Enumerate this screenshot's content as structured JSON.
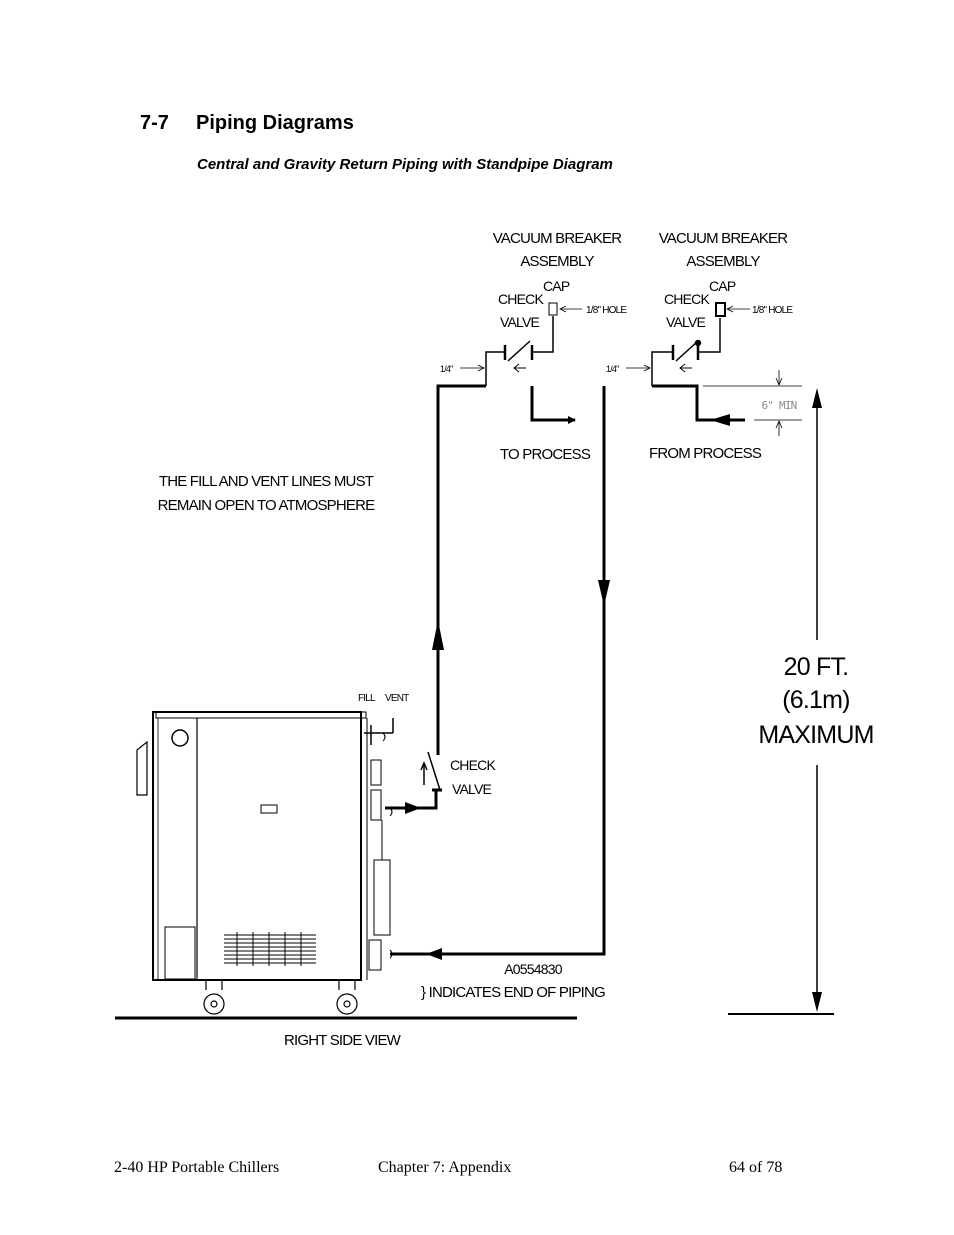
{
  "section": {
    "number": "7-7",
    "title": "Piping Diagrams"
  },
  "subtitle": "Central and Gravity Return Piping with Standpipe Diagram",
  "diagram": {
    "vb_left_1": "VACUUM BREAKER",
    "vb_left_2": "ASSEMBLY",
    "vb_right_1": "VACUUM BREAKER",
    "vb_right_2": "ASSEMBLY",
    "cap_left": "CAP",
    "cap_right": "CAP",
    "check_left_1": "CHECK",
    "check_left_2": "VALVE",
    "check_right_1": "CHECK",
    "check_right_2": "VALVE",
    "hole_left": "1/8\" HOLE",
    "hole_right": "1/8\" HOLE",
    "quarter_left": "1/4\"",
    "quarter_right": "1/4\"",
    "to_process": "TO PROCESS",
    "from_process": "FROM PROCESS",
    "six_min": "6\" MIN",
    "note_1": "THE FILL AND VENT LINES MUST",
    "note_2": "REMAIN OPEN TO ATMOSPHERE",
    "height_1": "20 FT.",
    "height_2": "(6.1m)",
    "height_3": "MAXIMUM",
    "fill": "FILL",
    "vent": "VENT",
    "check_low_1": "CHECK",
    "check_low_2": "VALVE",
    "drawing_number": "A0554830",
    "end_piping": "} INDICATES END OF PIPING",
    "view_label": "RIGHT SIDE VIEW"
  },
  "footer": {
    "left": "2-40 HP Portable Chillers",
    "center": "Chapter 7: Appendix",
    "right": "64 of 78"
  }
}
